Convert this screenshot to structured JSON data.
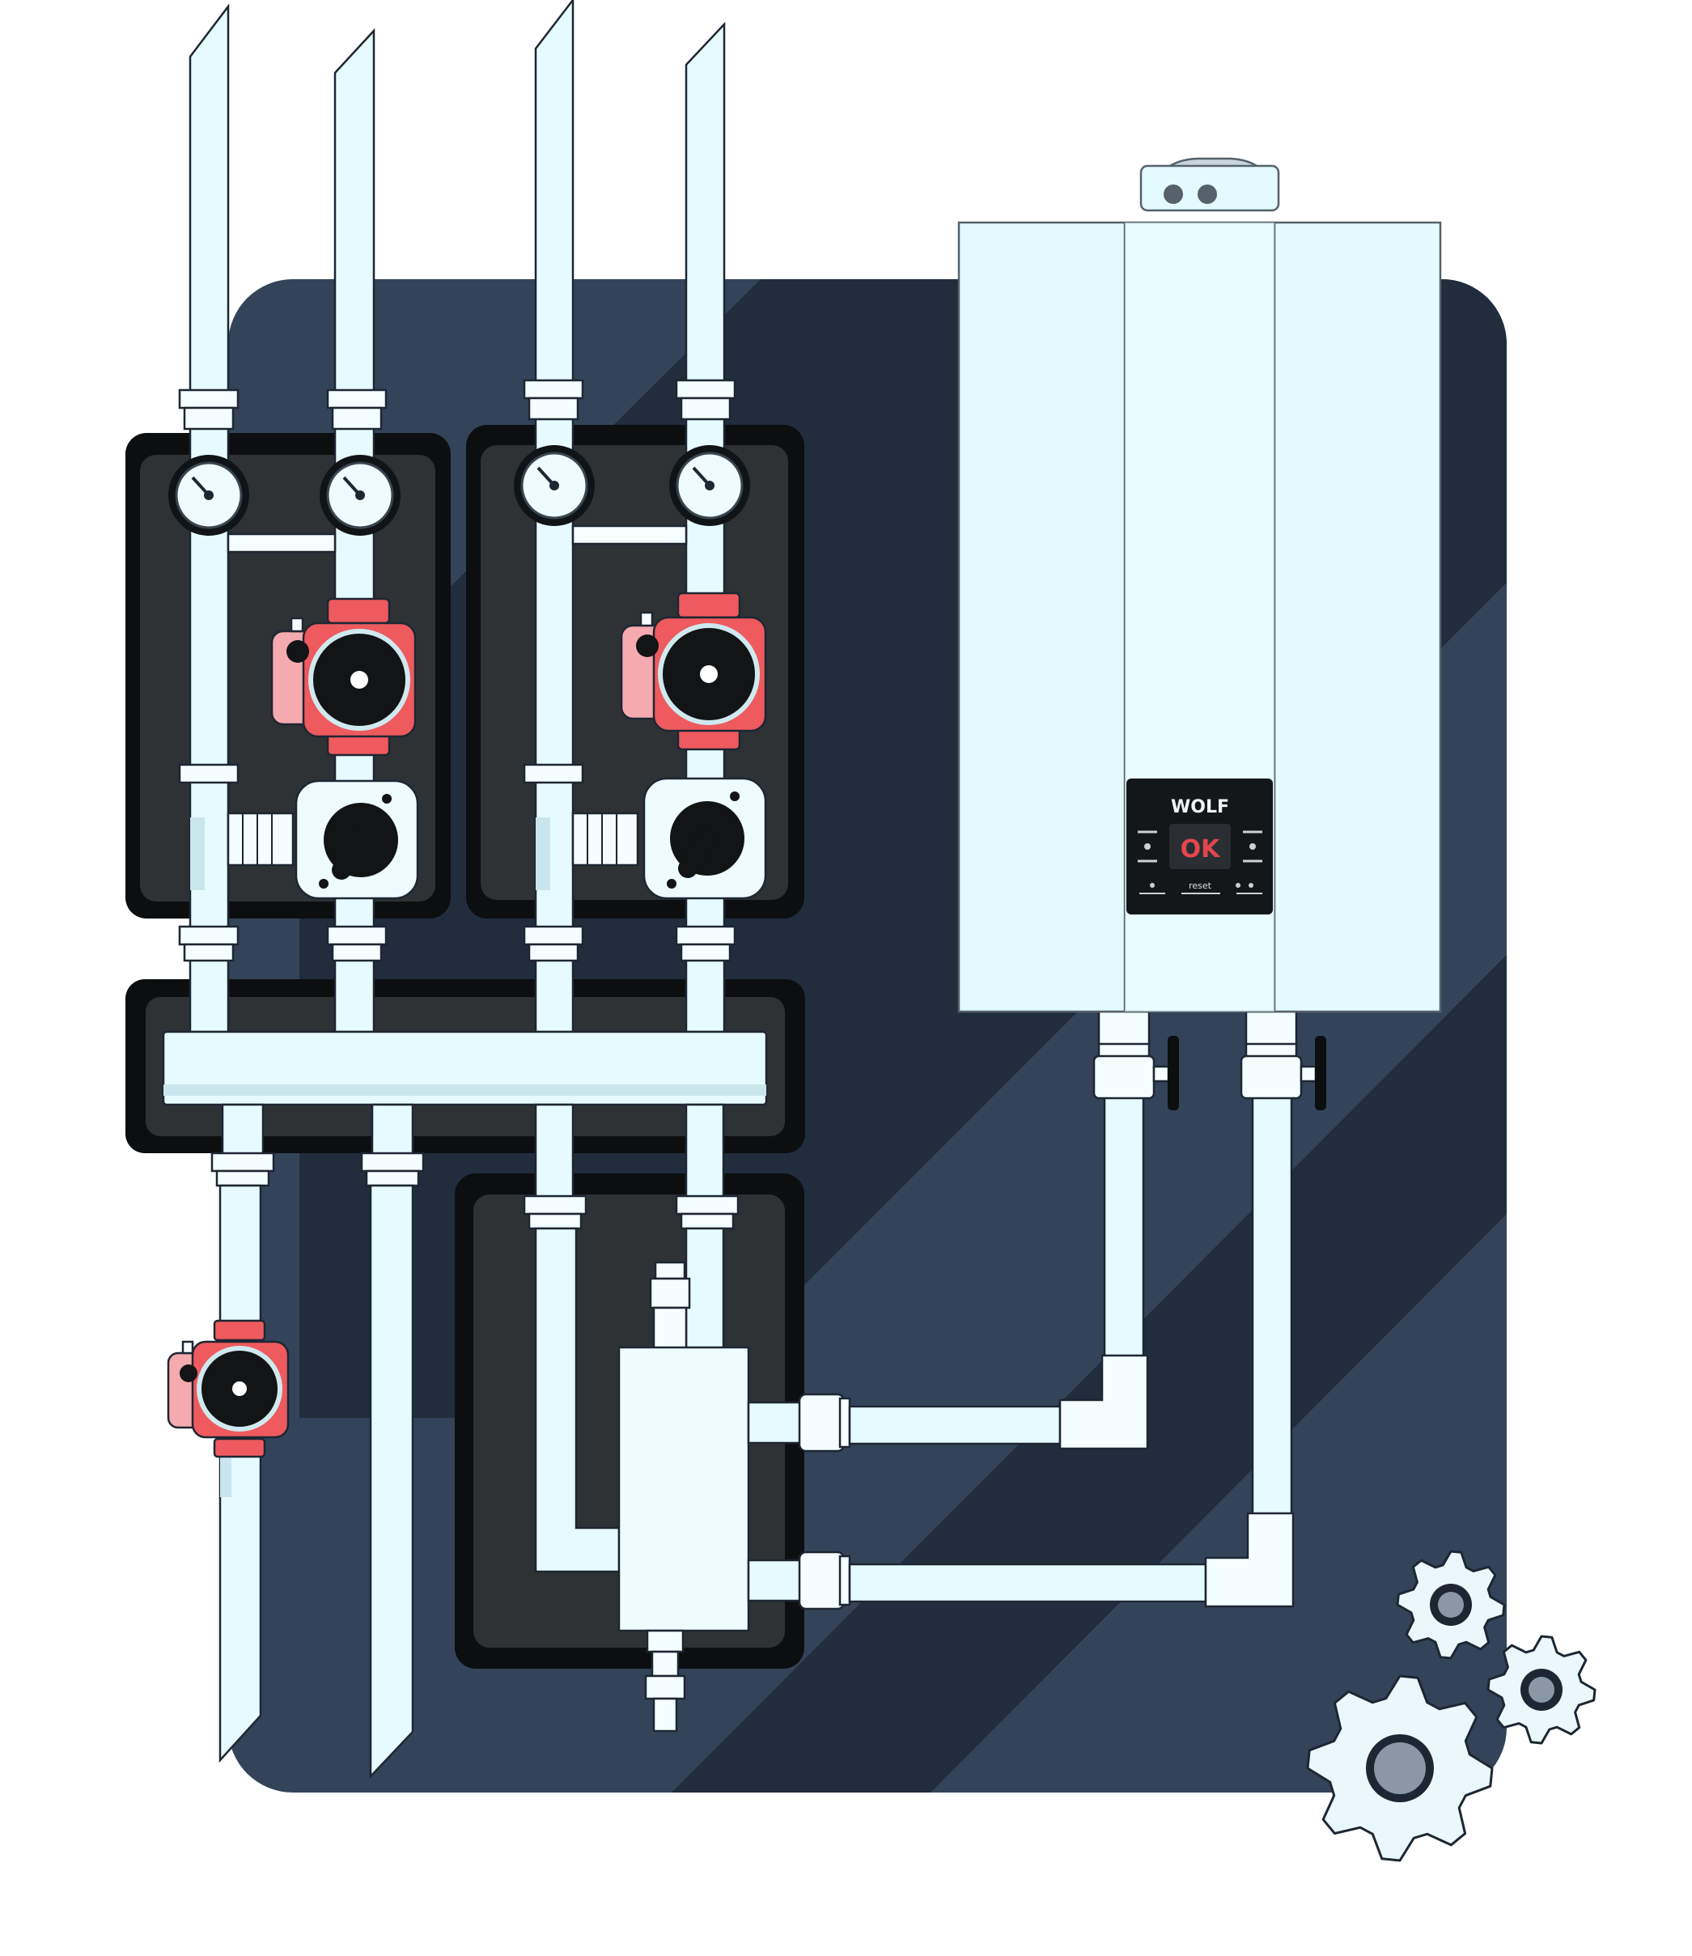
{
  "boiler_panel": {
    "brand": "WOLF",
    "display_text": "OK",
    "footer_label": "reset"
  },
  "colors": {
    "wall_panel": "#33445a",
    "wall_panel_dark": "#212c3c",
    "frame": "#0c0e10",
    "frame_inner": "#2e3235",
    "pipe": "#e6fbff",
    "pump_red": "#ee5a5e",
    "pump_pink": "#f4aaae",
    "display_red": "#e2474b",
    "boiler": "#e3fbff"
  },
  "icons": [
    "pressure-gauge-icon",
    "circulation-pump-icon",
    "mixing-valve-icon",
    "gear-icon"
  ]
}
